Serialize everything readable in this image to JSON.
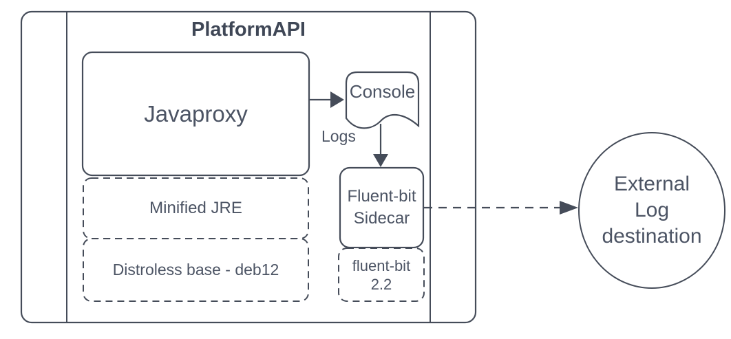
{
  "colors": {
    "stroke": "#454c59",
    "text": "#4c5464",
    "fill": "#ffffff"
  },
  "container": {
    "title": "PlatformAPI"
  },
  "nodes": {
    "javaproxy": {
      "label": "Javaproxy"
    },
    "minified_jre": {
      "label": "Minified JRE"
    },
    "distroless_base": {
      "label": "Distroless base - deb12"
    },
    "console": {
      "label": "Console"
    },
    "fluentbit_sidecar": {
      "lines": [
        "Fluent-bit",
        "Sidecar"
      ]
    },
    "fluentbit_version": {
      "lines": [
        "fluent-bit",
        "2.2"
      ]
    },
    "external_log_destination": {
      "lines": [
        "External",
        "Log",
        "destination"
      ]
    }
  },
  "edges": {
    "console_to_fluentbit": {
      "label": "Logs"
    }
  }
}
